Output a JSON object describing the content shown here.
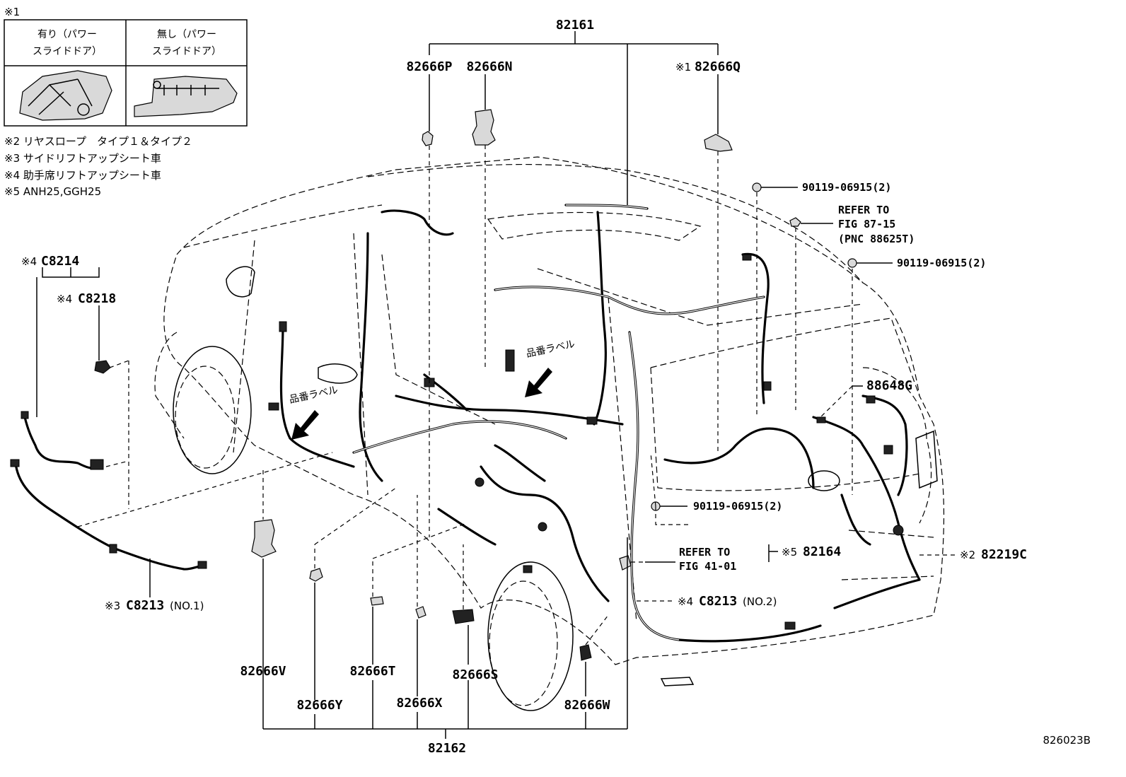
{
  "legend": {
    "mark": "※1",
    "col_with": [
      "有り（パワー",
      "スライドドア）"
    ],
    "col_without": [
      "無し（パワー",
      "スライドドア）"
    ],
    "notes": [
      "※2 リヤスロープ　タイプ１＆タイプ２",
      "※3 サイドリフトアップシート車",
      "※4 助手席リフトアップシート車",
      "※5 ANH25,GGH25"
    ]
  },
  "labels": {
    "p82161": "82161",
    "p82666P": "82666P",
    "p82666N": "82666N",
    "p82666Q_mark": "※1",
    "p82666Q": "82666Q",
    "p90119_a": "90119-06915(2)",
    "p90119_b": "90119-06915(2)",
    "p90119_c": "90119-06915(2)",
    "refer1_l1": "REFER TO",
    "refer1_l2": "FIG 87-15",
    "refer1_l3": "(PNC 88625T)",
    "p88648G": "88648G",
    "c8214_mark": "※4",
    "c8214": "C8214",
    "c8218_mark": "※4",
    "c8218": "C8218",
    "c8213_1_mark": "※3",
    "c8213_1": "C8213",
    "c8213_1_sfx": "(NO.1)",
    "refer2_l1": "REFER TO",
    "refer2_l2": "FIG 41-01",
    "p82164_mark": "※5",
    "p82164": "82164",
    "p82219C_mark": "※2",
    "p82219C": "82219C",
    "c8213_2_mark": "※4",
    "c8213_2": "C8213",
    "c8213_2_sfx": "(NO.2)",
    "p82666V": "82666V",
    "p82666T": "82666T",
    "p82666S": "82666S",
    "p82666Y": "82666Y",
    "p82666X": "82666X",
    "p82666W": "82666W",
    "p82162": "82162",
    "label_jp_1": "品番ラベル",
    "label_jp_2": "品番ラベル",
    "fig_no": "826023B"
  }
}
